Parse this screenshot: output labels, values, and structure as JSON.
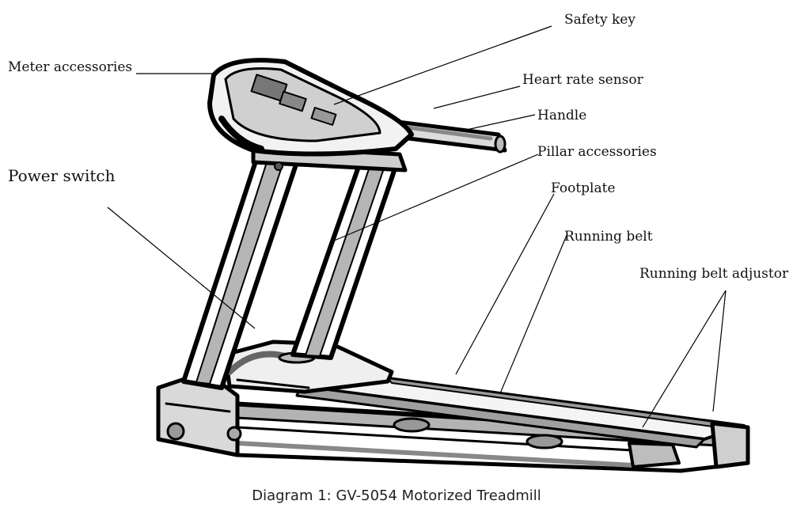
{
  "labels": {
    "safety_key": "Safety key",
    "meter_accessories": "Meter accessories",
    "heart_rate_sensor": "Heart rate sensor",
    "handle": "Handle",
    "pillar_accessories": "Pillar accessories",
    "power_switch": "Power switch",
    "footplate": "Footplate",
    "running_belt": "Running belt",
    "running_belt_adjustor": "Running belt adjustor"
  },
  "caption": "Diagram 1: GV-5054 Motorized Treadmill"
}
